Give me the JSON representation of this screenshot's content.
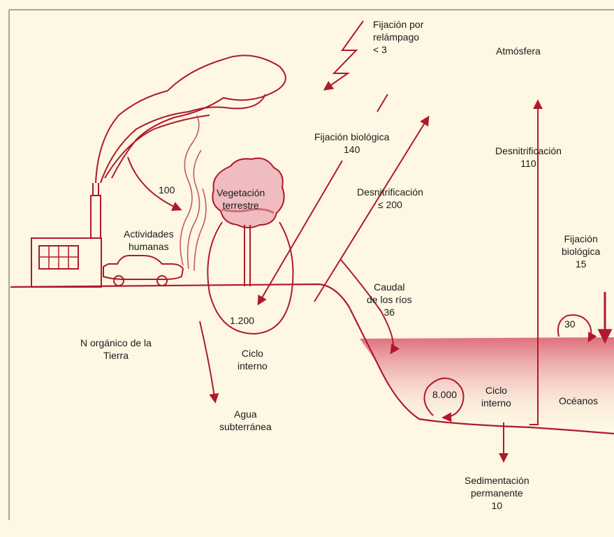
{
  "colors": {
    "background": "#fdf7e3",
    "line": "#b0182e",
    "ocean_fill": "#d9576a",
    "frame": "#555555"
  },
  "labels": {
    "lightning": "Fijación por\nrelámpago\n< 3",
    "atmosphere": "Atmósfera",
    "bio_fixation_land": "Fijación biológica\n140",
    "denitrification_ocean": "Desnitrificación\n110",
    "denitrification_land": "Desnitrificación\n≤ 200",
    "human_value": "100",
    "human_activities": "Actividades\nhumanas",
    "vegetation": "Vegetación\nterrestre",
    "bio_fixation_ocean": "Fijación\nbiológica\n15",
    "river_flow": "Caudal\nde los ríos\n36",
    "land_pool": "1.200",
    "land_internal_cycle": "Ciclo\ninterno",
    "organic_n": "N orgánico de la\nTierra",
    "groundwater": "Agua\nsubterránea",
    "ocean_pool": "8.000",
    "ocean_internal_cycle": "Ciclo\ninterno",
    "oceans": "Océanos",
    "ocean_cycle_value": "30",
    "sedimentation": "Sedimentación\npermanente\n10"
  },
  "icons": {
    "factory": "factory-icon",
    "car": "car-icon",
    "tree": "tree-icon",
    "lightning": "lightning-bolt-icon",
    "smoke": "smoke-plume-icon"
  }
}
